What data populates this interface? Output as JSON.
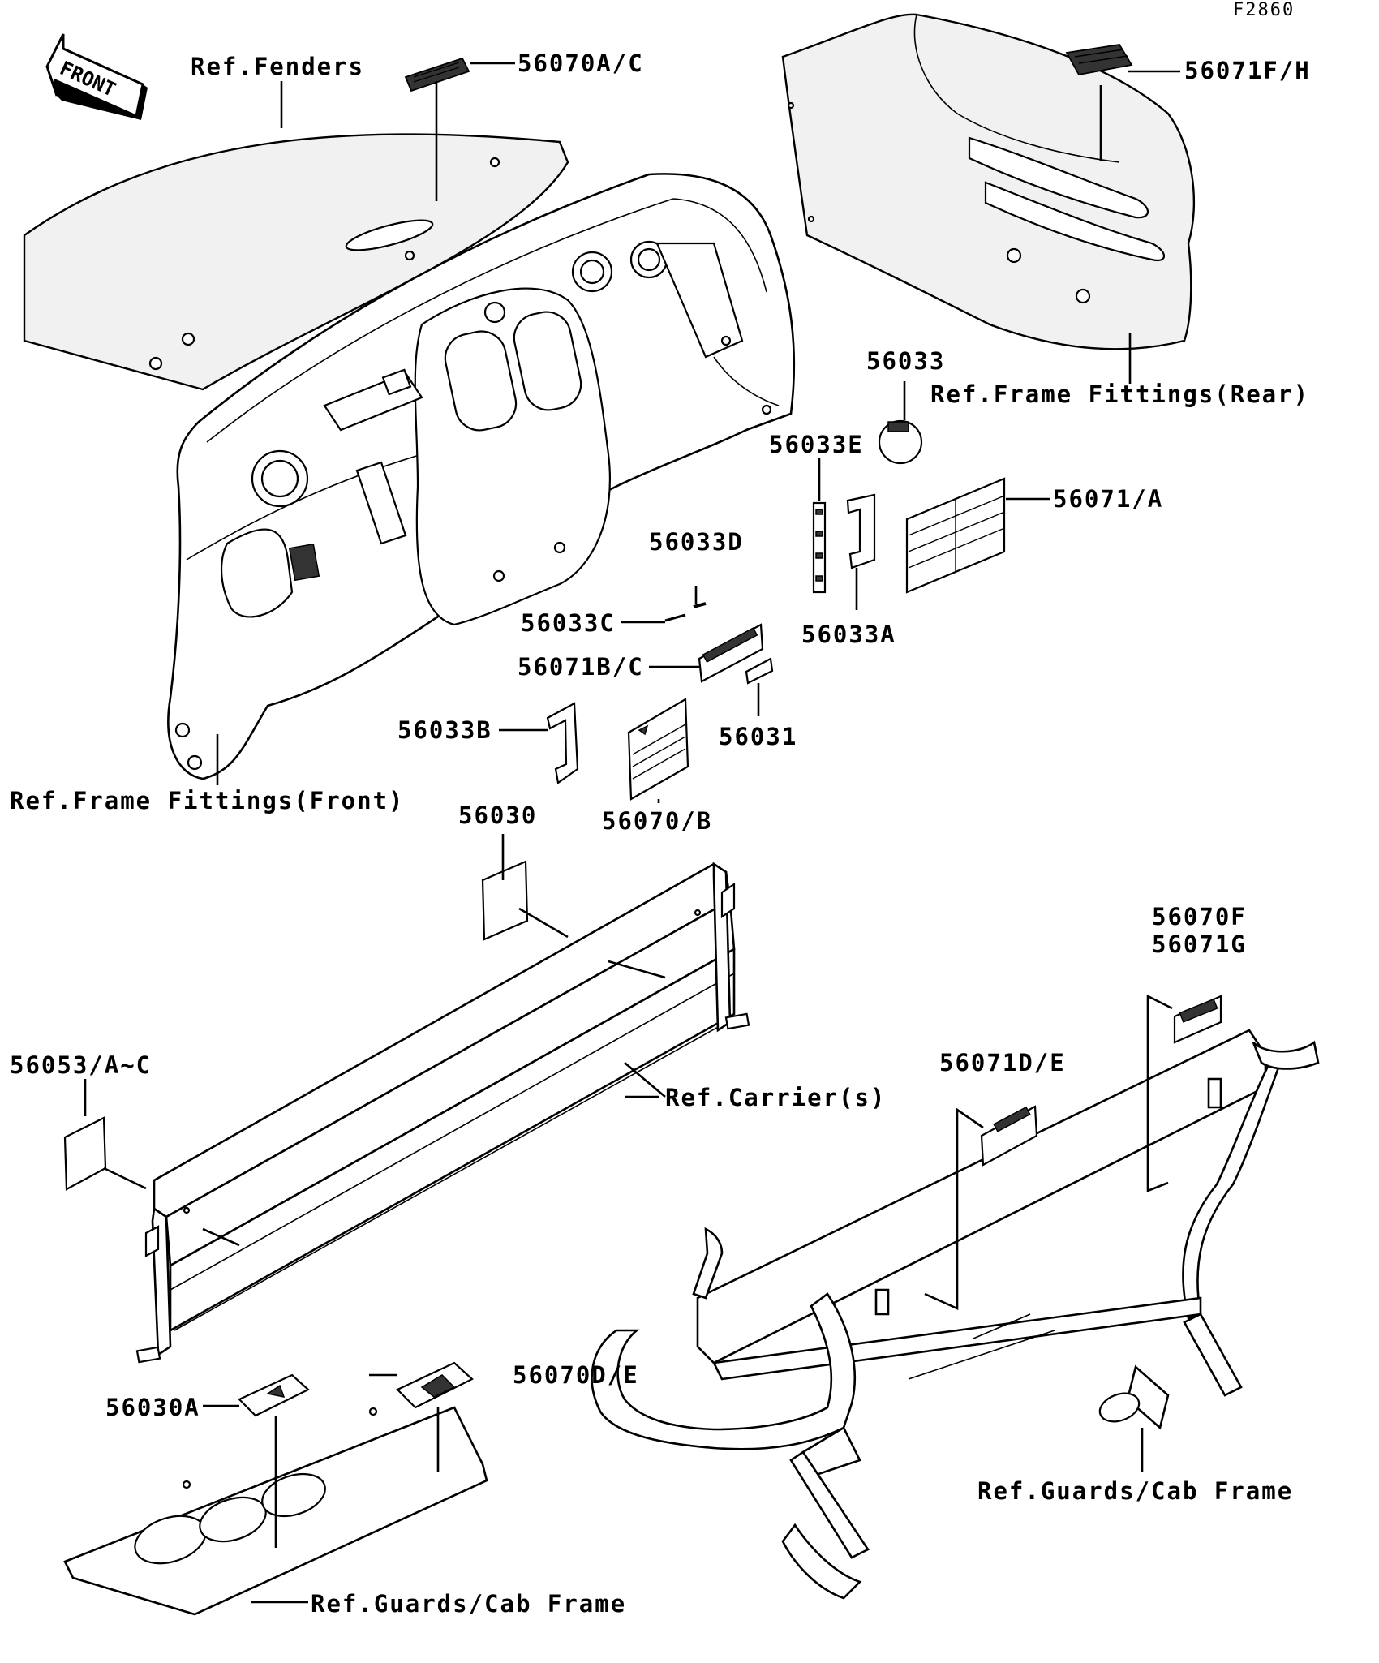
{
  "figure_code": "F2860",
  "direction_arrow": "FRONT",
  "callouts": {
    "ref_fenders": "Ref.Fenders",
    "p56070ac": "56070A/C",
    "p56071fh": "56071F/H",
    "p56033": "56033",
    "ref_frame_rear": "Ref.Frame Fittings(Rear)",
    "p56033e": "56033E",
    "p56071a": "56071/A",
    "p56033d": "56033D",
    "p56033c": "56033C",
    "p56033a": "56033A",
    "p56071bc": "56071B/C",
    "p56033b": "56033B",
    "p56031": "56031",
    "ref_frame_front": "Ref.Frame Fittings(Front)",
    "p56030": "56030",
    "p56070b": "56070/B",
    "p56070f": "56070F",
    "p56071g": "56071G",
    "p56053ac": "56053/A~C",
    "ref_carrier": "Ref.Carrier(s)",
    "p56071de": "56071D/E",
    "p56070de": "56070D/E",
    "p56030a": "56030A",
    "ref_guards_1": "Ref.Guards/Cab Frame",
    "ref_guards_2": "Ref.Guards/Cab Frame"
  }
}
